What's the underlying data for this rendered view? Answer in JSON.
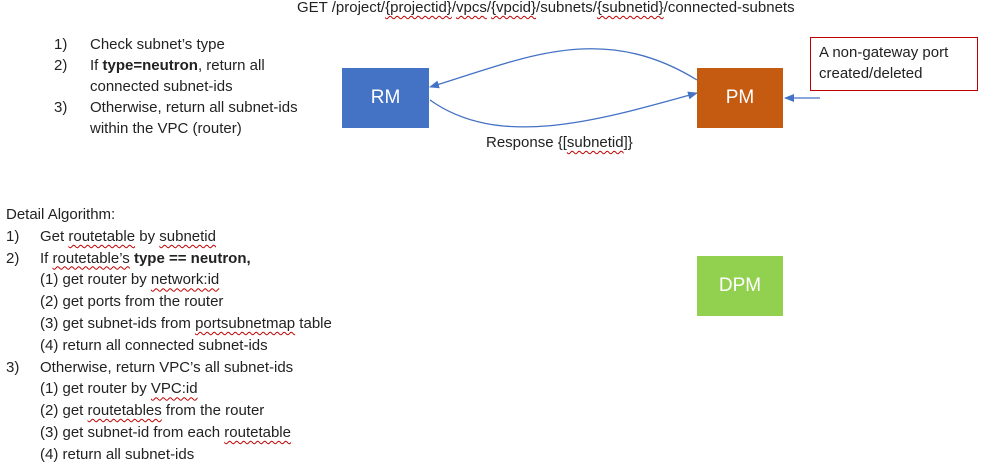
{
  "endpoint": {
    "prefix": "GET /project/",
    "projectid": "{projectid}",
    "seg1": "/",
    "vpcs": "vpcs",
    "seg2": "/",
    "vpcid": "{vpcid}",
    "seg3": "/subnets/",
    "subnetid": "{subnetid}",
    "suffix": "/connected-subnets"
  },
  "steps": [
    {
      "num": "1)",
      "text": "Check subnet’s type"
    },
    {
      "num": "2)",
      "pre": "If ",
      "bold": "type=neutron",
      "post": ", return all",
      "line2": "connected subnet-ids"
    },
    {
      "num": "3)",
      "text": "Otherwise, return all subnet-ids",
      "line2": "within the VPC (router)"
    }
  ],
  "nodes": {
    "rm": {
      "label": "RM",
      "color": "#4472c4"
    },
    "pm": {
      "label": "PM",
      "color": "#c55a11"
    },
    "dpm": {
      "label": "DPM",
      "color": "#92d050"
    }
  },
  "note": {
    "line1": "A non-gateway port",
    "line2": "created/deleted",
    "border": "#c00000"
  },
  "response": {
    "pre": "Response {[",
    "word": "subnetid",
    "post": "]}"
  },
  "algorithm": {
    "title": "Detail Algorithm:",
    "s1": {
      "num": "1)",
      "pre": "Get ",
      "u1": "routetable",
      "mid": " by ",
      "u2": "subnetid"
    },
    "s2": {
      "num": "2)",
      "pre": "If ",
      "u1": "routetable’s",
      "bold": " type == neutron,",
      "a": {
        "pre": "(1) get router by ",
        "u": "network:id"
      },
      "b": "(2) get ports from the router",
      "c": {
        "pre": "(3) get subnet-ids from ",
        "u": "portsubnetmap",
        "post": " table"
      },
      "d": "(4) return all connected subnet-ids"
    },
    "s3": {
      "num": "3)",
      "text": "Otherwise, return VPC’s all subnet-ids",
      "a": {
        "pre": "(1) get router by ",
        "u": "VPC:id"
      },
      "b": {
        "pre": "(2) get ",
        "u": "routetables",
        "post": " from the router"
      },
      "c": {
        "pre": "(3) get subnet-id from each ",
        "u": "routetable"
      },
      "d": "(4) return all subnet-ids"
    }
  },
  "colors": {
    "arrow": "#4472c4"
  }
}
